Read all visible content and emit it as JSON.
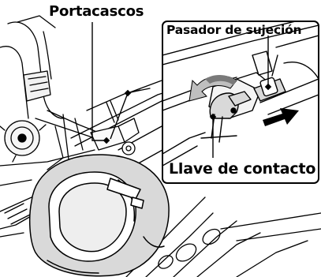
{
  "labels": {
    "portacascos": "Portacascos",
    "pasador": "Pasador de sujeción",
    "llave": "Llave de contacto"
  },
  "colors": {
    "line": "#000000",
    "shading": "#d9d9d9",
    "background": "#ffffff"
  },
  "icons": [
    "rotation-arrow-icon",
    "push-arrow-icon"
  ]
}
